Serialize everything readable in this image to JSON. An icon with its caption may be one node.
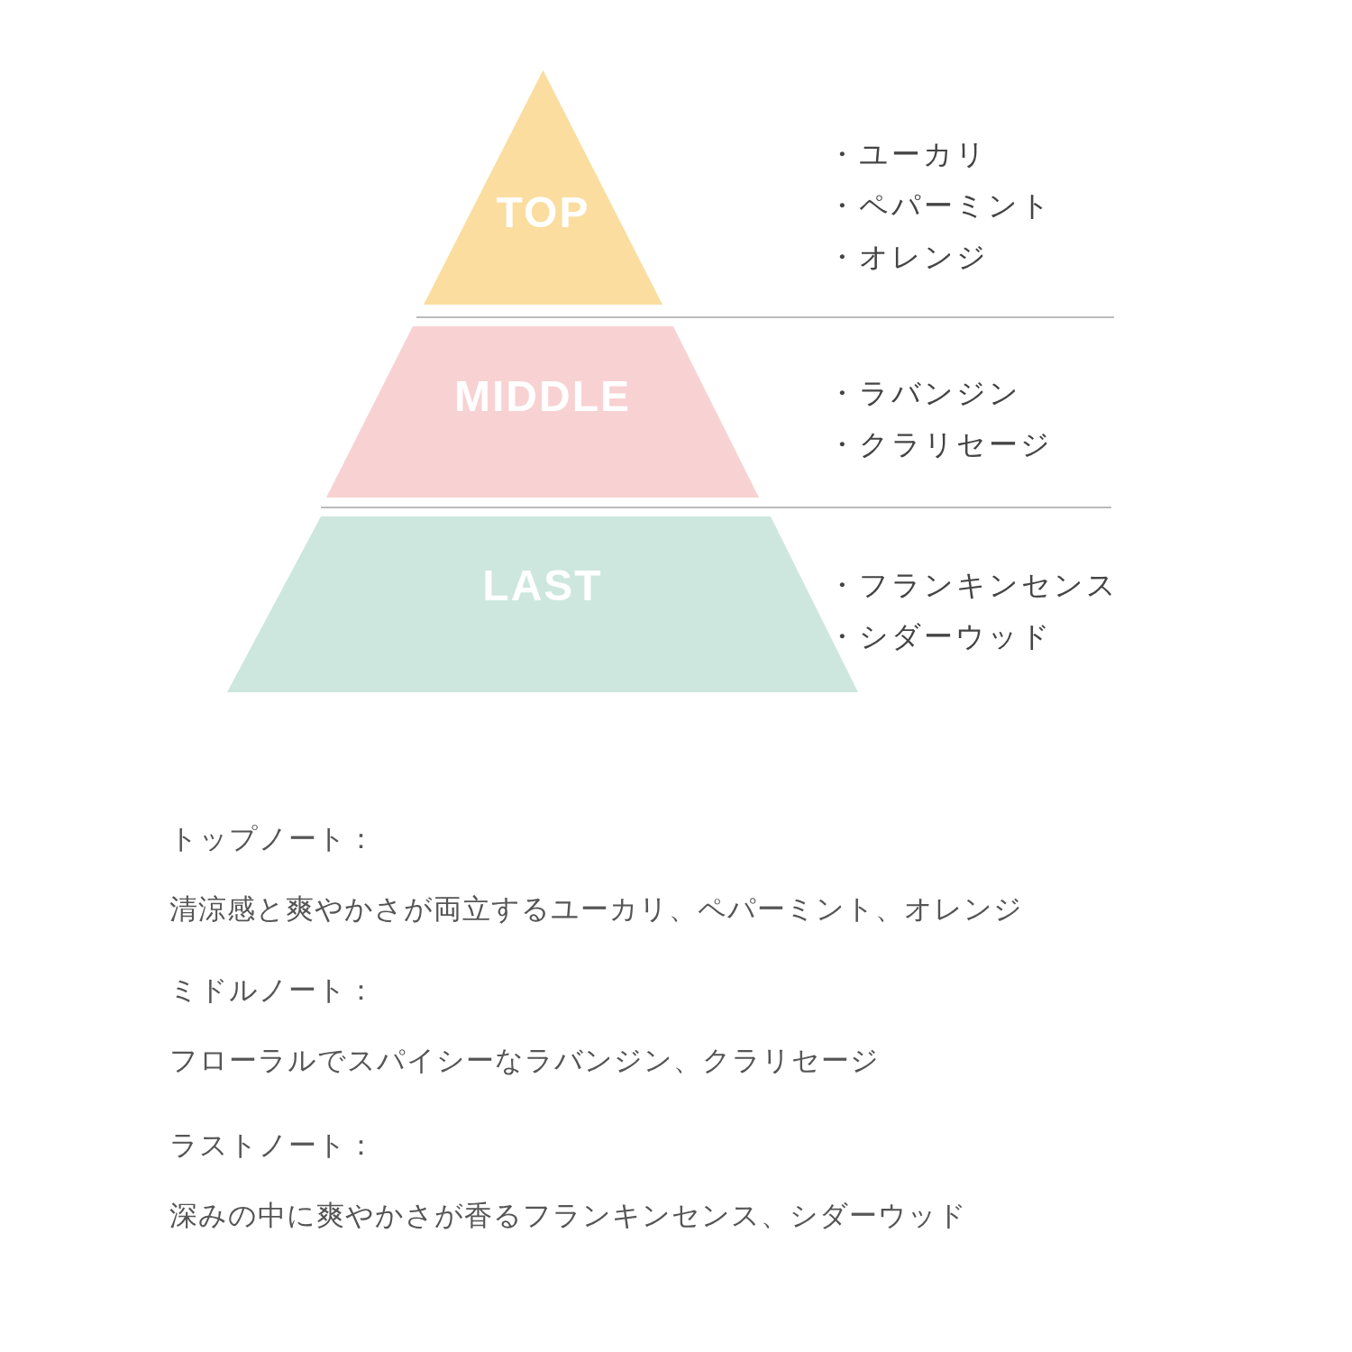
{
  "diagram": {
    "nodes": [
      {
        "text": [
          "TOP"
        ],
        "beside": [
          "・ユーカリ",
          "・ペパーミント",
          "・オレンジ"
        ]
      },
      {
        "text": [
          "MIDDLE"
        ],
        "beside": [
          "・ラバンジン",
          "・クラリセージ"
        ]
      },
      {
        "text": [
          "LAST"
        ],
        "beside": [
          "・フランキンセンス",
          "・シダーウッド"
        ]
      }
    ],
    "labels": [
      "トップノート：",
      "清涼感と爽やかさが両立するユーカリ、ペパーミント、オレンジ",
      "ミドルノート：",
      "フローラルでスパイシーなラバンジン、クラリセージ",
      "ラストノート：",
      "深みの中に爽やかさが香るフランキンセンス、シダーウッド"
    ]
  }
}
